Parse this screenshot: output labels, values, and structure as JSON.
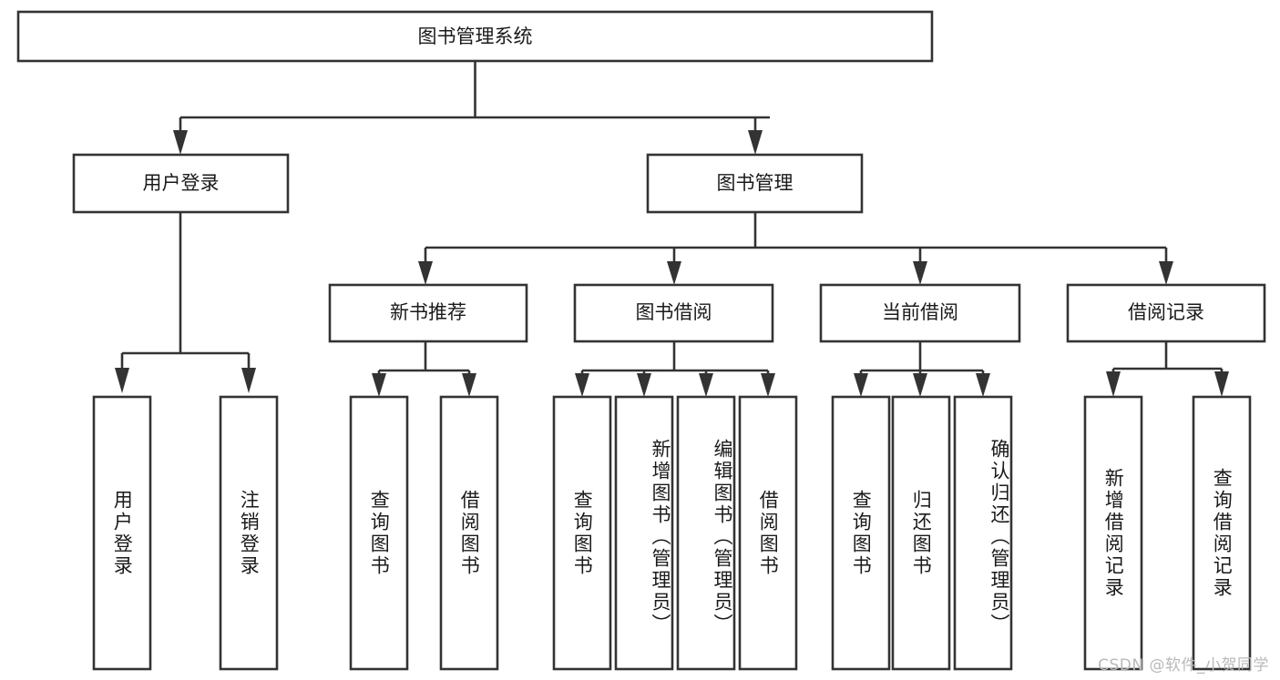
{
  "diagram": {
    "type": "tree-hierarchy",
    "title": "图书管理系统",
    "orientation": "top-down",
    "colors": {
      "box_stroke": "#333333",
      "box_fill": "#ffffff",
      "text": "#1a1a1a",
      "canvas": "#ffffff",
      "watermark": "#b9b9b9"
    },
    "root": {
      "label": "图书管理系统"
    },
    "level2": [
      {
        "label": "用户登录"
      },
      {
        "label": "图书管理"
      }
    ],
    "level3": [
      {
        "label": "新书推荐"
      },
      {
        "label": "图书借阅"
      },
      {
        "label": "当前借阅"
      },
      {
        "label": "借阅记录"
      }
    ],
    "leaves": {
      "user_login": [
        {
          "label": "用户登录"
        },
        {
          "label": "注销登录"
        }
      ],
      "new_book_recommend": [
        {
          "label": "查询图书"
        },
        {
          "label": "借阅图书"
        }
      ],
      "book_borrow": [
        {
          "label": "查询图书"
        },
        {
          "label": "新增图书（管理员）"
        },
        {
          "label": "编辑图书（管理员）"
        },
        {
          "label": "借阅图书"
        }
      ],
      "current_borrow": [
        {
          "label": "查询图书"
        },
        {
          "label": "归还图书"
        },
        {
          "label": "确认归还（管理员）"
        }
      ],
      "borrow_record": [
        {
          "label": "新增借阅记录"
        },
        {
          "label": "查询借阅记录"
        }
      ]
    },
    "watermark": "CSDN @软件_小贺同学"
  }
}
